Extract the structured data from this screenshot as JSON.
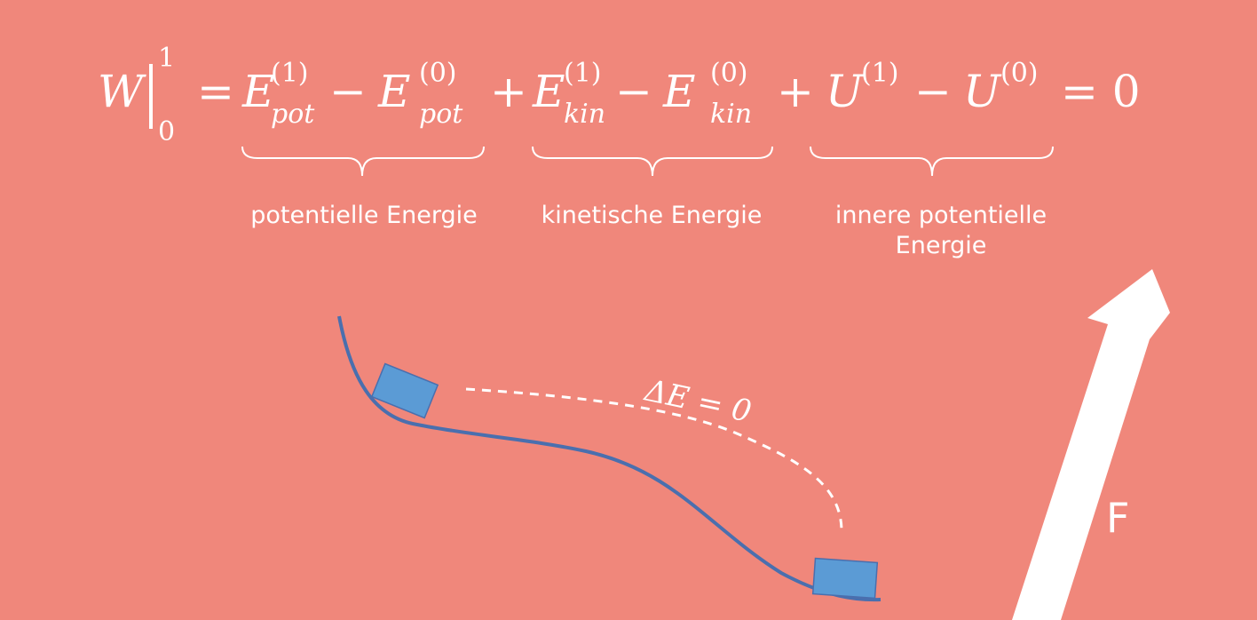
{
  "equation": {
    "W": "W",
    "upper_limit": "1",
    "lower_limit": "0",
    "eq1": "=",
    "E": "E",
    "sup1": "(1)",
    "sup0": "(0)",
    "pot": "pot",
    "kin": "kin",
    "minus": "−",
    "plus": "+",
    "U": "U",
    "eq_zero": "= 0"
  },
  "labels": {
    "potential": "potentielle Energie",
    "kinetic": "kinetische Energie",
    "inner_line1": "innere potentielle",
    "inner_line2": "Energie"
  },
  "diagram": {
    "delta_e": "ΔE = 0",
    "force": "F"
  },
  "colors": {
    "background": "#f0877b",
    "curve": "#4a6fae",
    "block": "#5b9bd5",
    "white": "#ffffff"
  }
}
